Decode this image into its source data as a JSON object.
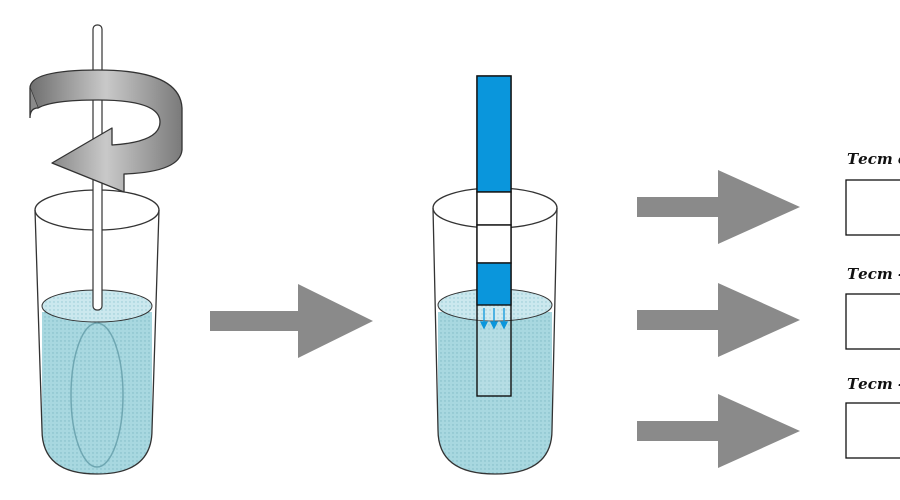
{
  "colors": {
    "liquid": "#a8d8e0",
    "liquid_surface": "#c6e6ec",
    "strip_pad": "#0a96dc",
    "arrow": "#8a8a8a",
    "glass_stroke": "#333333"
  },
  "icons": {
    "stir": "curved-rotation-arrow-icon",
    "flow": "right-arrow-icon",
    "absorb": "down-arrow-icon"
  },
  "results": [
    {
      "label": "Тест с"
    },
    {
      "label": "Тест -"
    },
    {
      "label": "Тест -"
    }
  ]
}
